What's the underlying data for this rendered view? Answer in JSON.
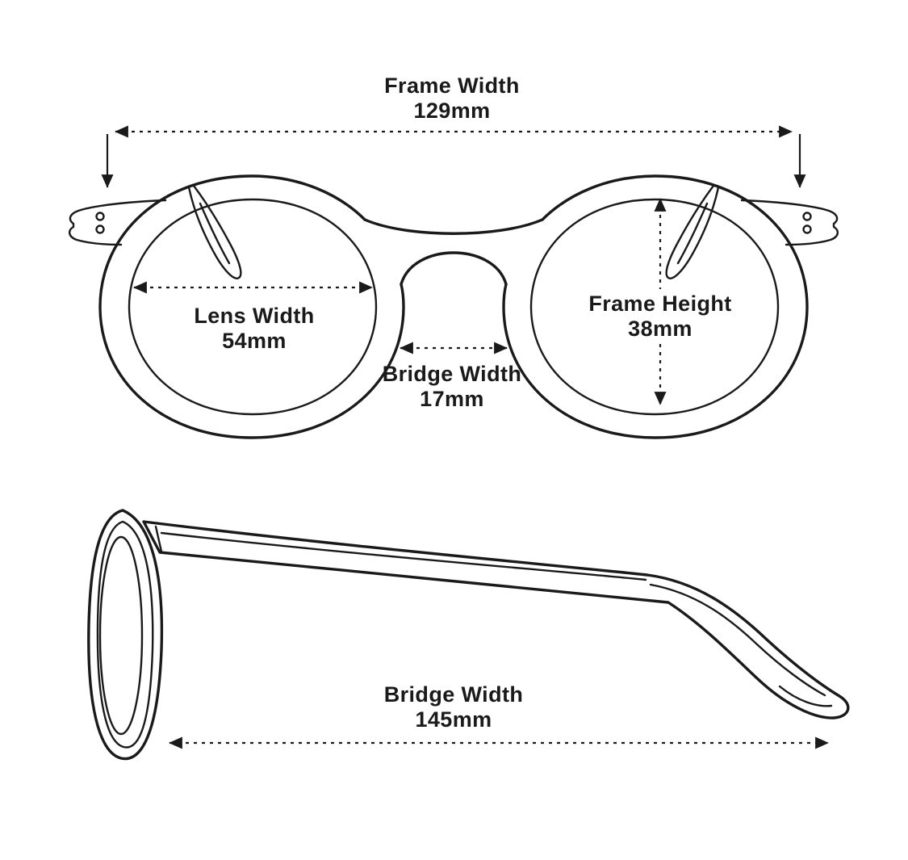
{
  "front": {
    "frame_width": {
      "label": "Frame Width",
      "value": "129mm"
    },
    "lens_width": {
      "label": "Lens Width",
      "value": "54mm"
    },
    "frame_height": {
      "label": "Frame Height",
      "value": "38mm"
    },
    "bridge_width": {
      "label": "Bridge Width",
      "value": "17mm"
    }
  },
  "side": {
    "temple": {
      "label": "Bridge Width",
      "value": "145mm"
    }
  },
  "colors": {
    "line": "#1a1a1a",
    "background": "#ffffff"
  }
}
